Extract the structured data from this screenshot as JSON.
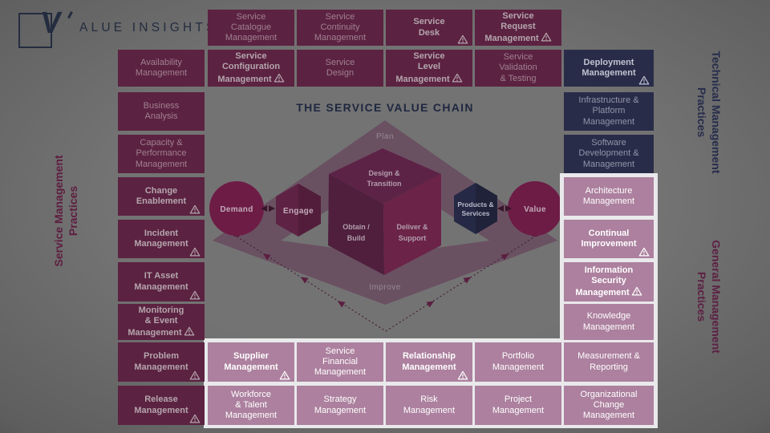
{
  "logo": {
    "letter": "V",
    "wordmark": "ALUE INSIGHTS"
  },
  "side_labels": {
    "left": "Service Management\nPractices",
    "right_top": "Technical Management\nPractices",
    "right_bottom": "General Management\nPractices"
  },
  "diagram": {
    "title": "THE SERVICE VALUE CHAIN",
    "plan": "Plan",
    "improve": "Improve",
    "demand": "Demand",
    "value": "Value",
    "engage": "Engage",
    "design_transition": [
      "Design &",
      "Transition"
    ],
    "obtain_build": [
      "Obtain /",
      "Build"
    ],
    "deliver_support": [
      "Deliver &",
      "Support"
    ],
    "products_services": [
      "Products &",
      "Services"
    ]
  },
  "practices": [
    {
      "label": "Availability\nManagement",
      "col": 0,
      "row": 1,
      "theme": "maroon",
      "bold": false,
      "warning": "none",
      "group": "service-management"
    },
    {
      "label": "Business\nAnalysis",
      "col": 0,
      "row": 2,
      "theme": "maroon",
      "bold": false,
      "warning": "none",
      "group": "service-management"
    },
    {
      "label": "Capacity &\nPerformance\nManagement",
      "col": 0,
      "row": 3,
      "theme": "maroon",
      "bold": false,
      "warning": "none",
      "group": "service-management"
    },
    {
      "label": "Change\nEnablement",
      "col": 0,
      "row": 4,
      "theme": "maroon",
      "bold": true,
      "warning": "corner",
      "group": "service-management"
    },
    {
      "label": "Incident\nManagement",
      "col": 0,
      "row": 5,
      "theme": "maroon",
      "bold": true,
      "warning": "corner",
      "group": "service-management"
    },
    {
      "label": "IT Asset\nManagement",
      "col": 0,
      "row": 6,
      "theme": "maroon",
      "bold": true,
      "warning": "corner",
      "group": "service-management"
    },
    {
      "label": "Monitoring\n& Event\nManagement",
      "col": 0,
      "row": 7,
      "theme": "maroon",
      "bold": true,
      "warning": "inline",
      "group": "service-management"
    },
    {
      "label": "Problem\nManagement",
      "col": 0,
      "row": 8,
      "theme": "maroon",
      "bold": true,
      "warning": "corner",
      "group": "service-management"
    },
    {
      "label": "Release\nManagement",
      "col": 0,
      "row": 9,
      "theme": "maroon",
      "bold": true,
      "warning": "corner",
      "group": "service-management"
    },
    {
      "label": "Service\nCatalogue\nManagement",
      "col": 1,
      "row": 0,
      "theme": "maroon",
      "bold": false,
      "warning": "none",
      "group": "service-management"
    },
    {
      "label": "Service\nContinuity\nManagement",
      "col": 2,
      "row": 0,
      "theme": "maroon",
      "bold": false,
      "warning": "none",
      "group": "service-management"
    },
    {
      "label": "Service\nDesk",
      "col": 3,
      "row": 0,
      "theme": "maroon",
      "bold": true,
      "warning": "corner",
      "group": "service-management"
    },
    {
      "label": "Service\nRequest\nManagement",
      "col": 4,
      "row": 0,
      "theme": "maroon",
      "bold": true,
      "warning": "inline",
      "group": "service-management"
    },
    {
      "label": "Service\nConfiguration\nManagement",
      "col": 1,
      "row": 1,
      "theme": "maroon",
      "bold": true,
      "warning": "inline",
      "group": "service-management"
    },
    {
      "label": "Service\nDesign",
      "col": 2,
      "row": 1,
      "theme": "maroon",
      "bold": false,
      "warning": "none",
      "group": "service-management"
    },
    {
      "label": "Service\nLevel\nManagement",
      "col": 3,
      "row": 1,
      "theme": "maroon",
      "bold": true,
      "warning": "inline",
      "group": "service-management"
    },
    {
      "label": "Service\nValidation\n& Testing",
      "col": 4,
      "row": 1,
      "theme": "maroon",
      "bold": false,
      "warning": "none",
      "group": "service-management"
    },
    {
      "label": "Deployment\nManagement",
      "col": 5,
      "row": 1,
      "theme": "navy",
      "bold": true,
      "warning": "corner",
      "group": "technical-management"
    },
    {
      "label": "Infrastructure &\nPlatform\nManagement",
      "col": 5,
      "row": 2,
      "theme": "navy",
      "bold": false,
      "warning": "none",
      "group": "technical-management"
    },
    {
      "label": "Software\nDevelopment &\nManagement",
      "col": 5,
      "row": 3,
      "theme": "navy",
      "bold": false,
      "warning": "none",
      "group": "technical-management"
    },
    {
      "label": "Architecture\nManagement",
      "col": 5,
      "row": 4,
      "theme": "pink",
      "bold": false,
      "warning": "none",
      "group": "general-management"
    },
    {
      "label": "Continual\nImprovement",
      "col": 5,
      "row": 5,
      "theme": "pink",
      "bold": true,
      "warning": "corner",
      "group": "general-management"
    },
    {
      "label": "Information\nSecurity\nManagement",
      "col": 5,
      "row": 6,
      "theme": "pink",
      "bold": true,
      "warning": "inline",
      "group": "general-management"
    },
    {
      "label": "Knowledge\nManagement",
      "col": 5,
      "row": 7,
      "theme": "pink",
      "bold": false,
      "warning": "none",
      "group": "general-management"
    },
    {
      "label": "Supplier\nManagement",
      "col": 1,
      "row": 8,
      "theme": "pink",
      "bold": true,
      "warning": "corner",
      "group": "general-management"
    },
    {
      "label": "Service\nFinancial\nManagement",
      "col": 2,
      "row": 8,
      "theme": "pink",
      "bold": false,
      "warning": "none",
      "group": "general-management"
    },
    {
      "label": "Relationship\nManagement",
      "col": 3,
      "row": 8,
      "theme": "pink",
      "bold": true,
      "warning": "corner",
      "group": "general-management"
    },
    {
      "label": "Portfolio\nManagement",
      "col": 4,
      "row": 8,
      "theme": "pink",
      "bold": false,
      "warning": "none",
      "group": "general-management"
    },
    {
      "label": "Measurement &\nReporting",
      "col": 5,
      "row": 8,
      "theme": "pink",
      "bold": false,
      "warning": "none",
      "group": "general-management"
    },
    {
      "label": "Workforce\n& Talent\nManagement",
      "col": 1,
      "row": 9,
      "theme": "pink",
      "bold": false,
      "warning": "none",
      "group": "general-management"
    },
    {
      "label": "Strategy\nManagement",
      "col": 2,
      "row": 9,
      "theme": "pink",
      "bold": false,
      "warning": "none",
      "group": "general-management"
    },
    {
      "label": "Risk\nManagement",
      "col": 3,
      "row": 9,
      "theme": "pink",
      "bold": false,
      "warning": "none",
      "group": "general-management"
    },
    {
      "label": "Project\nManagement",
      "col": 4,
      "row": 9,
      "theme": "pink",
      "bold": false,
      "warning": "none",
      "group": "general-management"
    },
    {
      "label": "Organizational\nChange\nManagement",
      "col": 5,
      "row": 9,
      "theme": "pink",
      "bold": false,
      "warning": "none",
      "group": "general-management"
    }
  ],
  "colors": {
    "background": "#6f6f6f",
    "dim_maroon_box": "#5c2241",
    "dim_navy_box": "#292c49",
    "highlight_pink_box": "#ac809e",
    "highlight_container": "#e9e9ec",
    "title_navy": "#1f2740",
    "label_service_maroon": "#5e1e40",
    "label_technical_navy": "#272d4c",
    "label_general_maroon": "#5c2143",
    "circle_maroon": "#6d1c46",
    "hexagon_navy": "#262945",
    "band_plum": "#6a5162"
  }
}
